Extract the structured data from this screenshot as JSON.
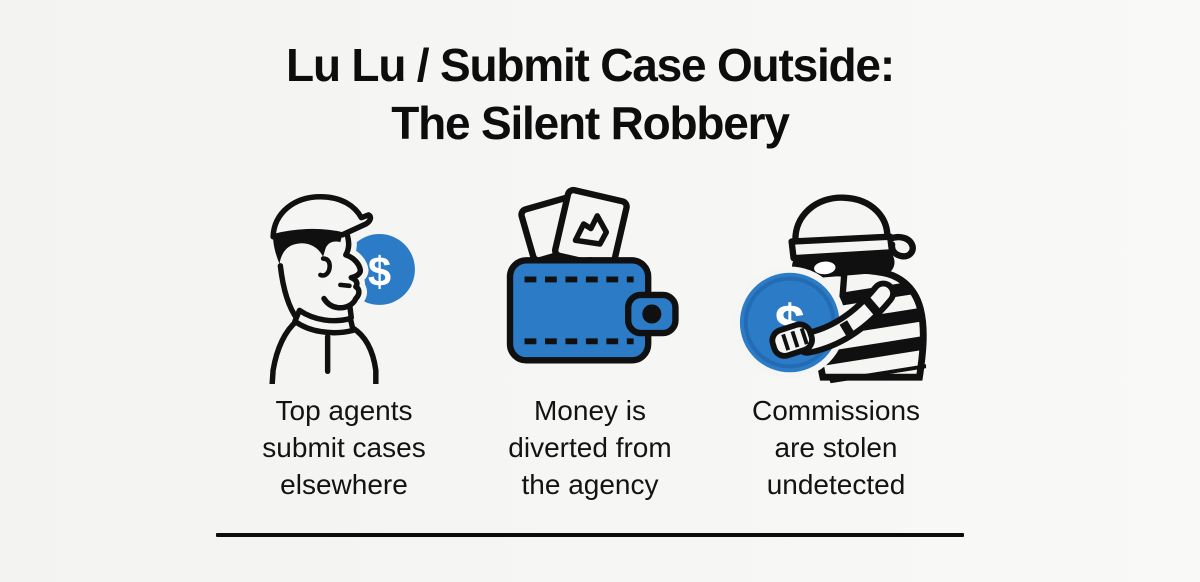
{
  "title": {
    "line1": "Lu Lu / Submit Case Outside:",
    "line2": "The Silent Robbery"
  },
  "steps": [
    {
      "id": "agents",
      "icon": "agent-profile-dollar-icon",
      "caption_lines": [
        "Top agents",
        "submit cases",
        "elsewhere"
      ]
    },
    {
      "id": "wallet",
      "icon": "wallet-money-icon",
      "caption_lines": [
        "Money is",
        "diverted from",
        "the agency"
      ]
    },
    {
      "id": "robber",
      "icon": "thief-stealing-coin-icon",
      "caption_lines": [
        "Commissions",
        "are stolen",
        "undetected"
      ]
    }
  ],
  "dollar_sign": "$",
  "colors": {
    "background": "#f5f5f3",
    "accent_blue": "#2b7bc7",
    "coin_ring_blue": "#1e5fa3",
    "ink": "#101010"
  }
}
